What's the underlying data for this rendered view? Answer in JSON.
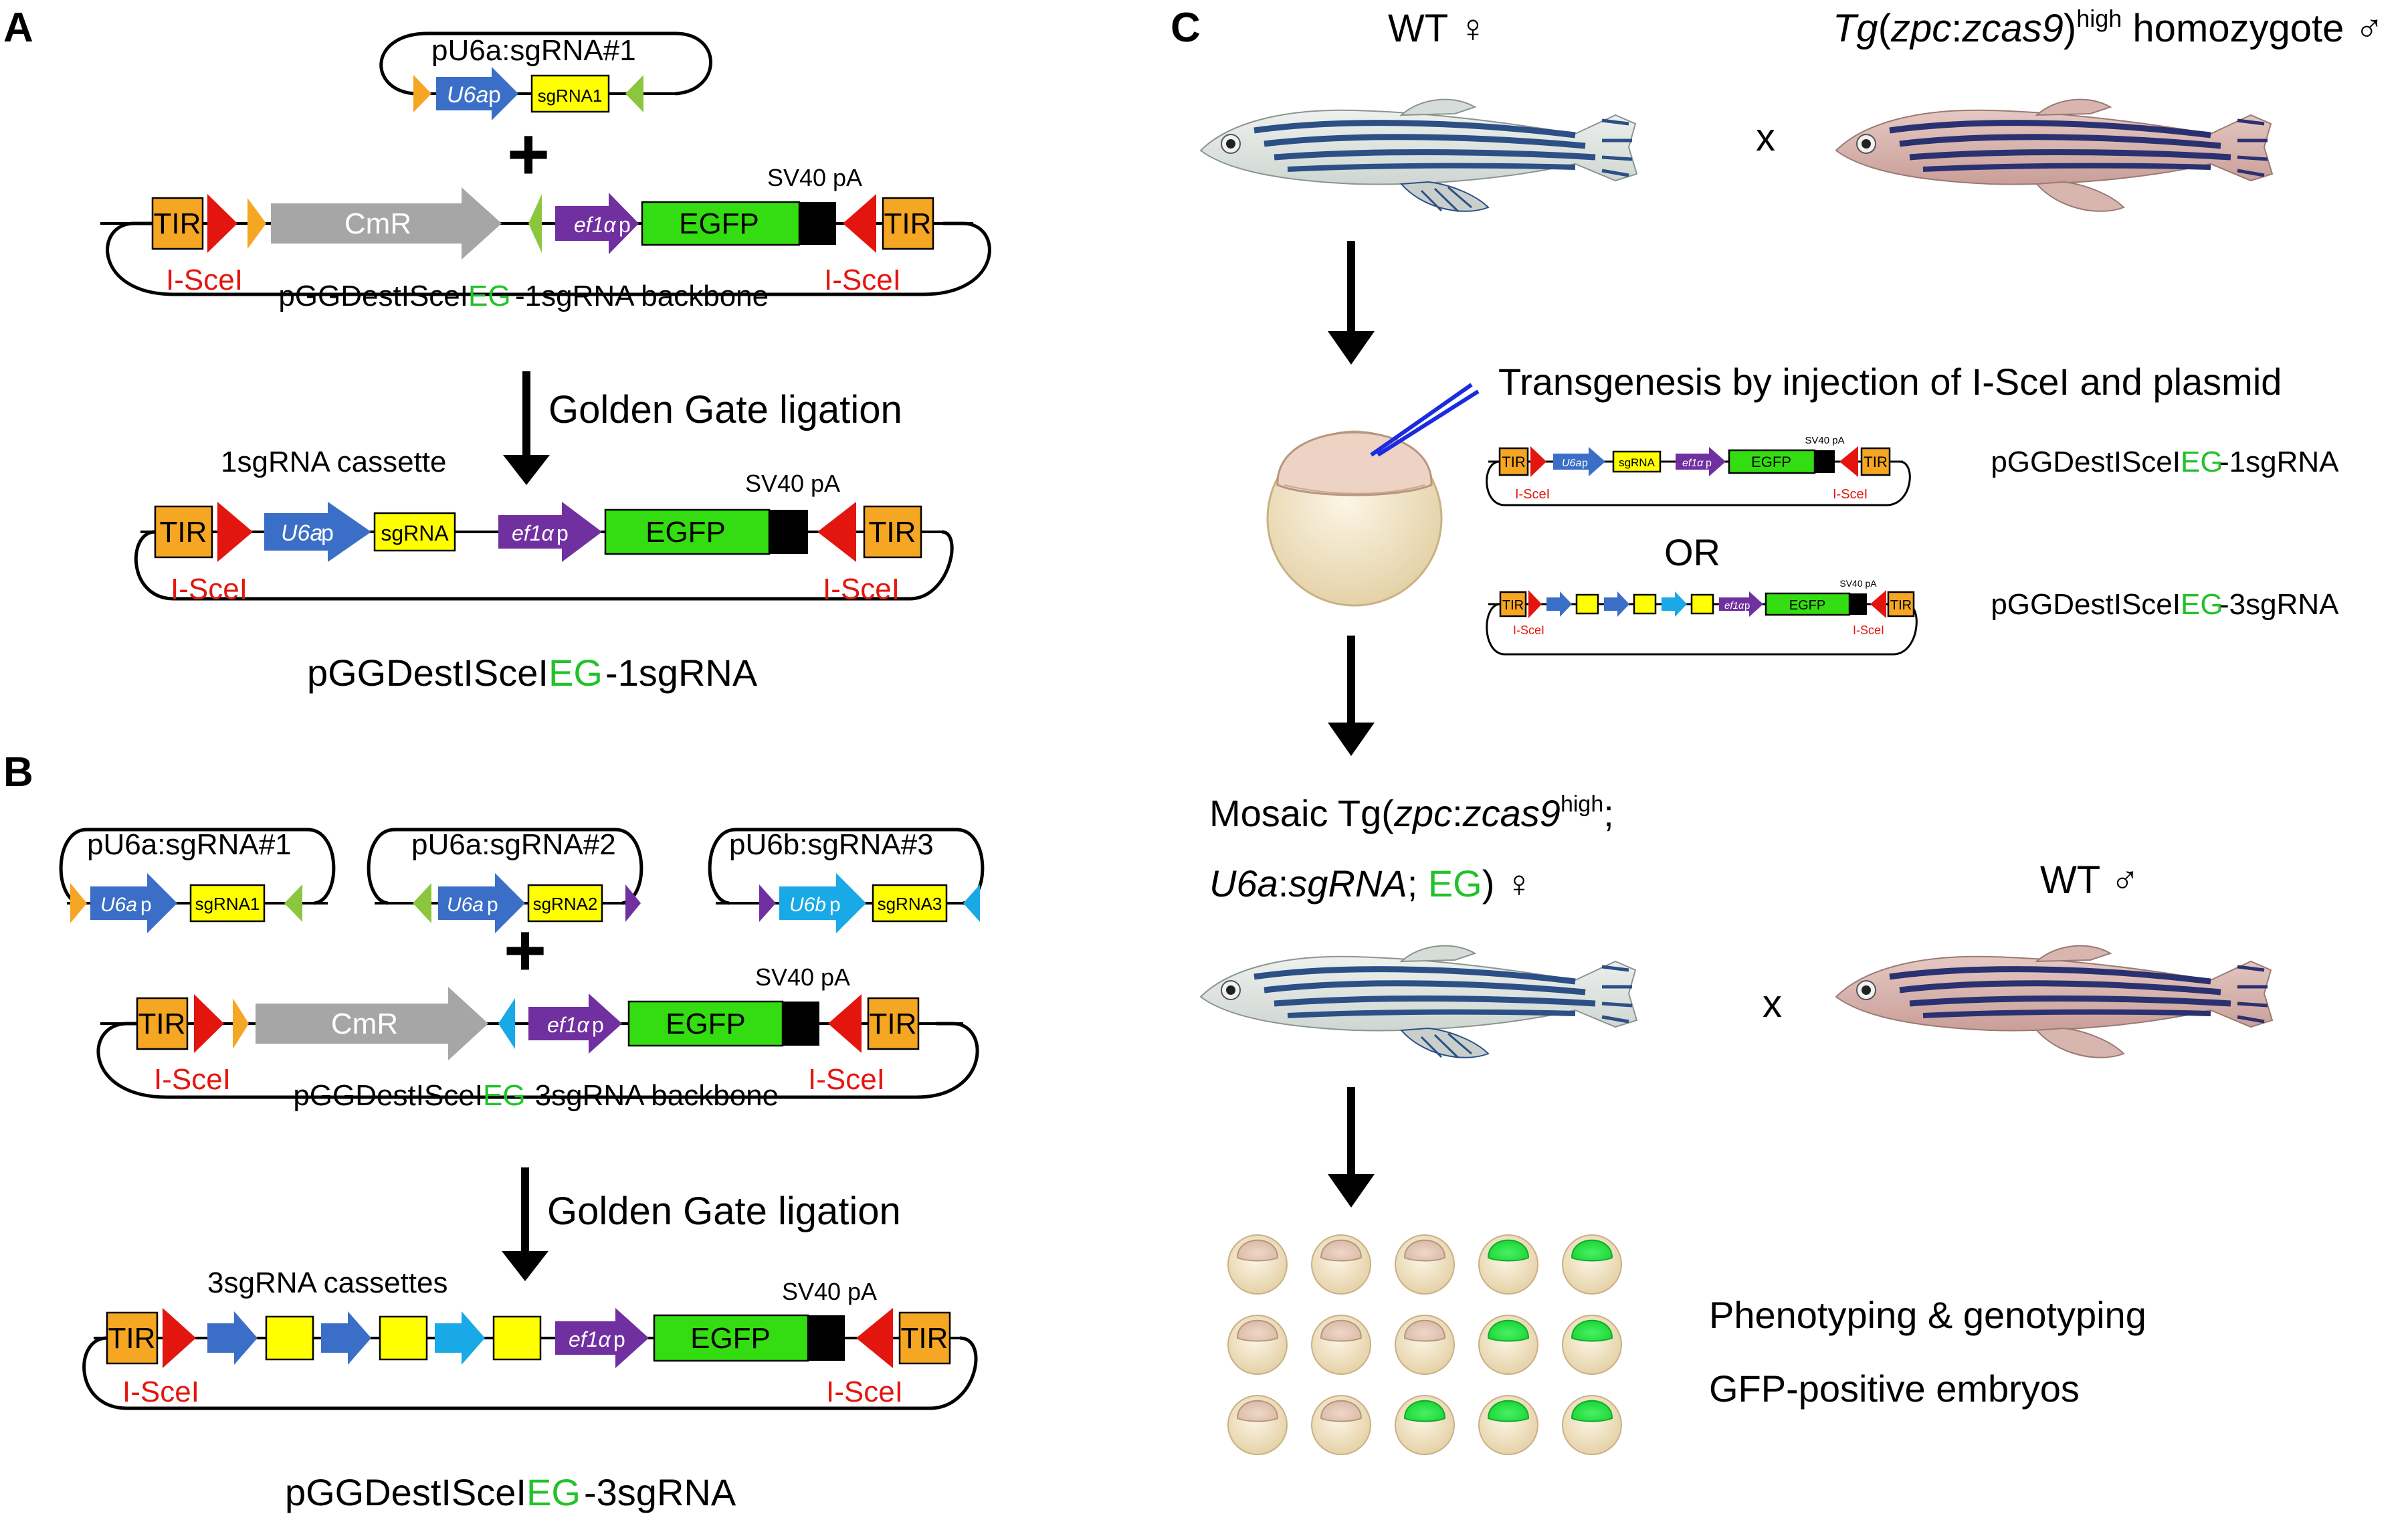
{
  "panels": {
    "a": "A",
    "b": "B",
    "c": "C"
  },
  "colors": {
    "tir": "#f5a623",
    "isce": "#e3160f",
    "u6a": "#3b6fc7",
    "u6b": "#19a9e6",
    "sgrna": "#ffff00",
    "efa": "#7030a0",
    "egfp": "#33dd11",
    "cmr": "#a6a6a6",
    "eg_text": "#22c22a"
  },
  "a": {
    "donor_label": "pU6a:sgRNA#1",
    "u6a": "U6a",
    "p": "p",
    "sgrna1": "sgRNA1",
    "plus": "+",
    "tir": "TIR",
    "cmr": "CmR",
    "efa": "ef1α",
    "egfp": "EGFP",
    "sv40": "SV40 pA",
    "isce": "I-SceI",
    "backbone_pre": "pGGDestISceI",
    "eg": "EG",
    "backbone_post": "-1sgRNA backbone",
    "ligation": "Golden Gate ligation",
    "cassette": "1sgRNA cassette",
    "sgrna": "sgRNA",
    "product_pre": "pGGDestISceI",
    "product_post": "-1sgRNA"
  },
  "b": {
    "donor1": "pU6a:sgRNA#1",
    "donor2": "pU6a:sgRNA#2",
    "donor3": "pU6b:sgRNA#3",
    "u6a": "U6a",
    "u6b": "U6b",
    "p": "p",
    "sgrna1": "sgRNA1",
    "sgrna2": "sgRNA2",
    "sgrna3": "sgRNA3",
    "plus": "+",
    "tir": "TIR",
    "cmr": "CmR",
    "efa": "ef1α",
    "egfp": "EGFP",
    "sv40": "SV40 pA",
    "isce": "I-SceI",
    "backbone_pre": "pGGDestISceI",
    "eg": "EG",
    "backbone_post": "-3sgRNA backbone",
    "ligation": "Golden Gate ligation",
    "cassettes": "3sgRNA cassettes",
    "product_pre": "pGGDestISceI",
    "product_post": "-3sgRNA"
  },
  "c": {
    "wt_female": "WT ♀",
    "tg_pre": "Tg",
    "tg_open": "(",
    "tg_zpc": "zpc",
    "tg_colon": ":",
    "tg_zcas9": "zcas9",
    "tg_close": ")",
    "tg_high": "high",
    "tg_post": " homozygote ♂",
    "cross": "x",
    "transgenesis": "Transgenesis by injection of I-SceI and plasmid",
    "plasmid1_pre": "pGGDestISceI",
    "plasmid1_eg": "EG",
    "plasmid1_post": "-1sgRNA",
    "or": "OR",
    "plasmid2_pre": "pGGDestISceI",
    "plasmid2_eg": "EG",
    "plasmid2_post": "-3sgRNA",
    "mosaic_pre": "Mosaic Tg(",
    "mosaic_zpc": "zpc",
    "mosaic_colon": ":",
    "mosaic_zcas9": "zcas9",
    "mosaic_high": "high",
    "mosaic_semi": ";",
    "mosaic_u6a": "U6a",
    "mosaic_colon2": ":",
    "mosaic_sgrna": "sgRNA",
    "mosaic_sep": "; ",
    "mosaic_eg": "EG",
    "mosaic_post": ") ♀",
    "wt_male": "WT ♂",
    "pheno": "Phenotyping & genotyping",
    "gfp": "GFP-positive embryos",
    "mini_tir": "TIR",
    "mini_isce": "I-SceI",
    "mini_u6a": "U6a",
    "mini_p": "p",
    "mini_sgrna": "sgRNA",
    "mini_efa": "ef1α",
    "mini_egfp": "EGFP",
    "mini_sv40": "SV40 pA",
    "embryo_gfp": [
      [
        false,
        false,
        false,
        true,
        true
      ],
      [
        false,
        false,
        false,
        true,
        true
      ],
      [
        false,
        false,
        true,
        true,
        true
      ]
    ]
  }
}
